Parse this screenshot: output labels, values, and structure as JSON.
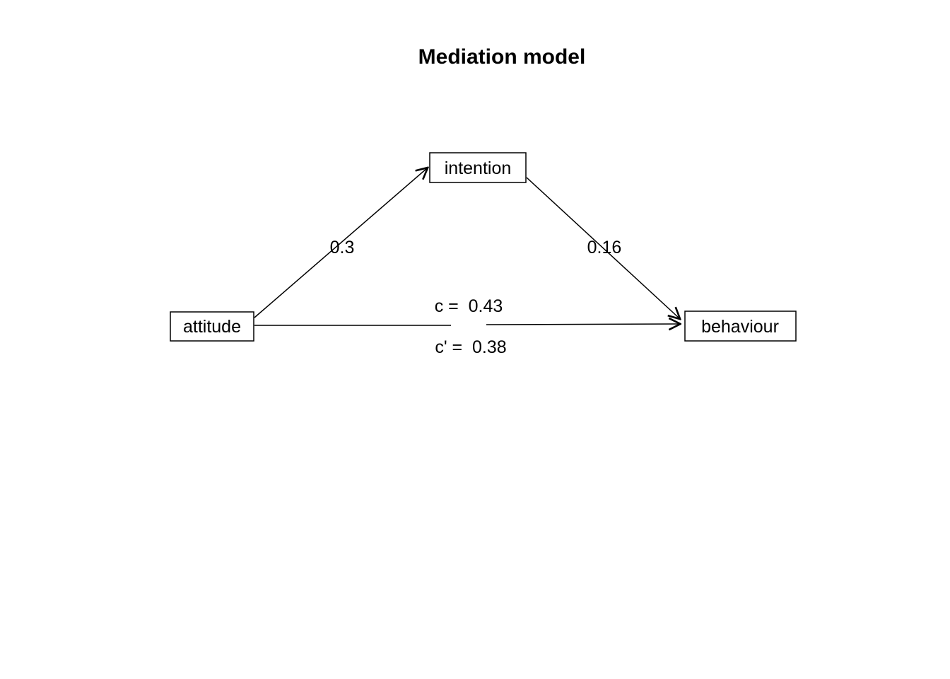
{
  "title": "Mediation model",
  "diagram": {
    "nodes": {
      "attitude": {
        "label": "attitude"
      },
      "intention": {
        "label": "intention"
      },
      "behaviour": {
        "label": "behaviour"
      }
    },
    "edges": {
      "a_label": "0.3",
      "b_label": "0.16",
      "c_label": "c =  0.43",
      "c_prime_label": "c' =  0.38"
    }
  },
  "colors": {
    "background": "#ffffff",
    "stroke": "#000000",
    "text": "#000000"
  }
}
